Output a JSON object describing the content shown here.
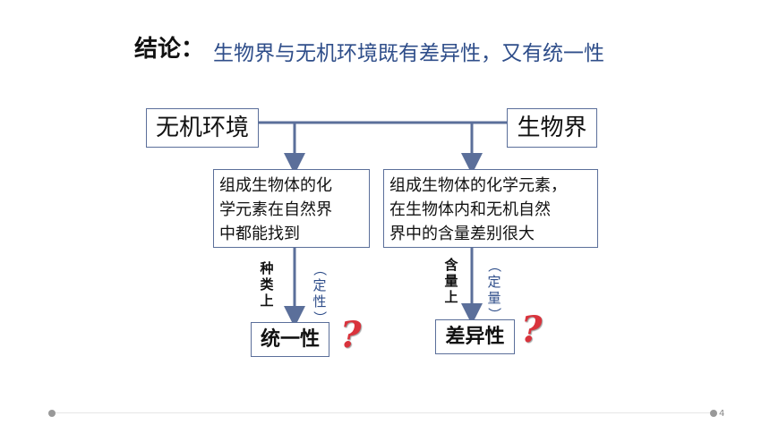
{
  "title": {
    "label": "结论：",
    "text": "生物界与无机环境既有差异性，又有统一性"
  },
  "boxes": {
    "abiotic": "无机环境",
    "biotic": "生物界",
    "left_desc_lines": [
      "组成生物体的化",
      "学元素在自然界",
      "中都能找到"
    ],
    "right_desc_lines": [
      "组成生物体的化学元素，",
      "在生物体内和无机自然",
      "界中的含量差别很大"
    ],
    "unity": "统一性",
    "difference": "差异性"
  },
  "annotations": {
    "left_kind": [
      "种",
      "类",
      "上"
    ],
    "left_qual": [
      "（",
      "定",
      "性",
      "）"
    ],
    "right_amount": [
      "含",
      "量",
      "上"
    ],
    "right_quant": [
      "（",
      "定",
      "量",
      "）"
    ]
  },
  "question_mark": "?",
  "page_number": "4",
  "colors": {
    "title_text": "#2f4e8a",
    "box_border": "#5b6f9a",
    "connector": "#5b6f9a",
    "question": "#d9333c"
  }
}
